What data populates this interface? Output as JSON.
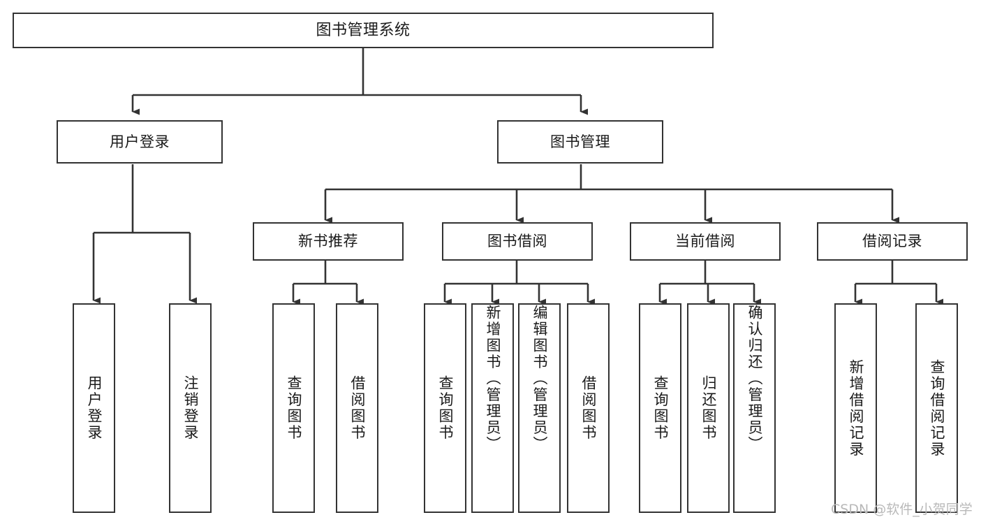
{
  "diagram": {
    "title": "图书管理系统",
    "type": "tree-hierarchy",
    "stroke_color": "#333333",
    "fill_color": "#ffffff",
    "text_color": "#1a1a1a"
  },
  "watermark": {
    "text": "CSDN @软件_小贺同学",
    "color": "#b9b9b9"
  },
  "nodes": {
    "root": {
      "label": "图书管理系统"
    },
    "level1": [
      {
        "label": "用户登录"
      },
      {
        "label": "图书管理"
      }
    ],
    "level2": [
      {
        "label": "新书推荐"
      },
      {
        "label": "图书借阅"
      },
      {
        "label": "当前借阅"
      },
      {
        "label": "借阅记录"
      }
    ],
    "leaves": {
      "user_login": [
        {
          "label": "用户登录"
        },
        {
          "label": "注销登录"
        }
      ],
      "new_book": [
        {
          "label": "查询图书"
        },
        {
          "label": "借阅图书"
        }
      ],
      "book_borrow": [
        {
          "label": "查询图书"
        },
        {
          "label": "新增图书（管理员）"
        },
        {
          "label": "编辑图书（管理员）"
        },
        {
          "label": "借阅图书"
        }
      ],
      "current_borrow": [
        {
          "label": "查询图书"
        },
        {
          "label": "归还图书"
        },
        {
          "label": "确认归还（管理员）"
        }
      ],
      "borrow_record": [
        {
          "label": "新增借阅记录"
        },
        {
          "label": "查询借阅记录"
        }
      ]
    }
  }
}
